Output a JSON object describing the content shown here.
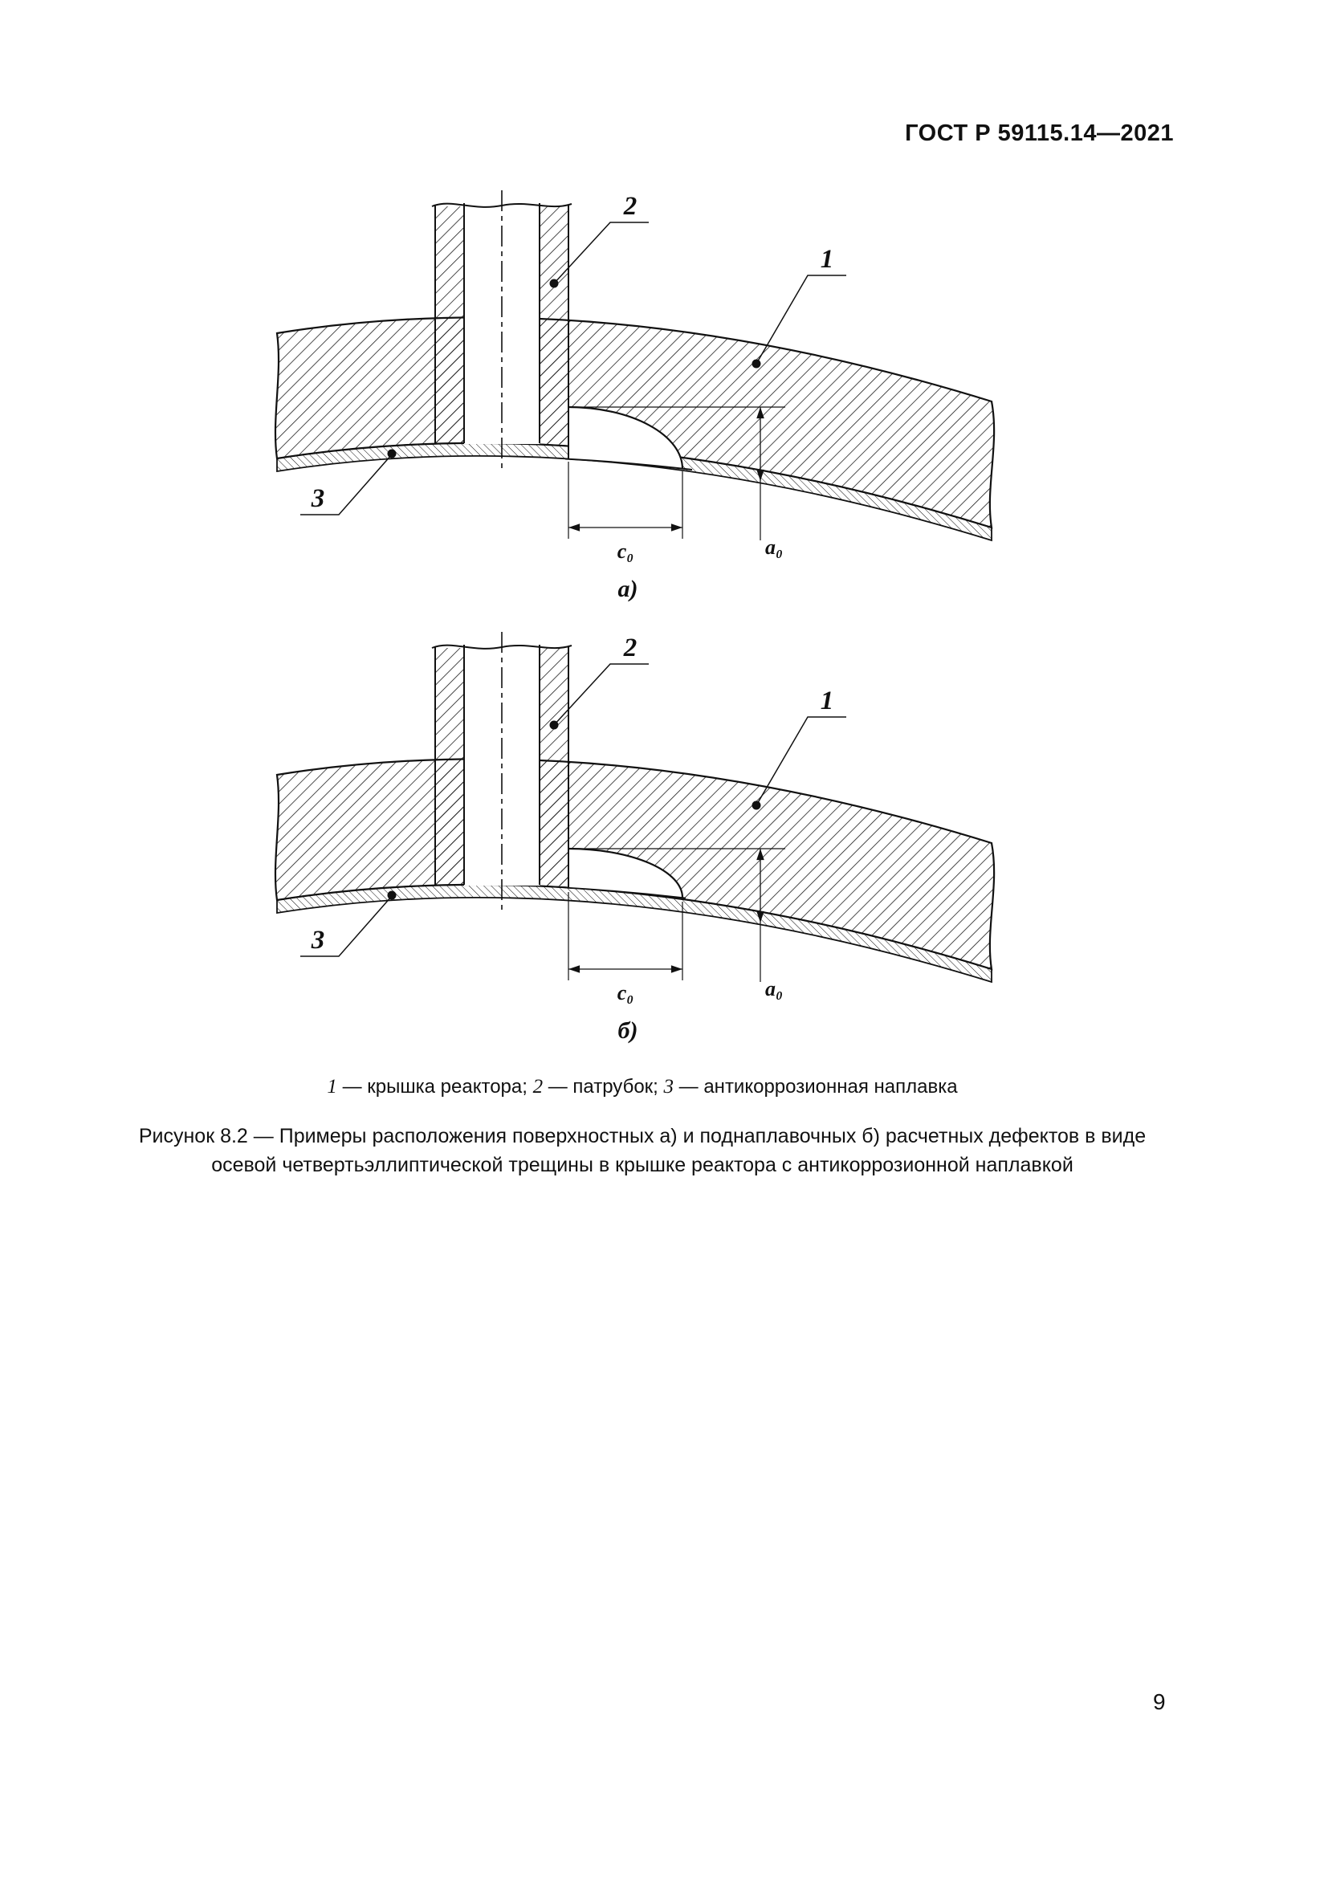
{
  "page": {
    "header": "ГОСТ Р 59115.14—2021",
    "page_number": "9"
  },
  "figures": [
    {
      "sublabel": "а)",
      "callouts": {
        "cover": "1",
        "nozzle": "2",
        "cladding": "3"
      },
      "dims": {
        "c0": "c₀",
        "a0": "a₀"
      }
    },
    {
      "sublabel": "б)",
      "callouts": {
        "cover": "1",
        "nozzle": "2",
        "cladding": "3"
      },
      "dims": {
        "c0": "c₀",
        "a0": "a₀"
      }
    }
  ],
  "legend": {
    "items": [
      {
        "num": "1",
        "desc": " — крышка реактора; "
      },
      {
        "num": "2",
        "desc": " — патрубок; "
      },
      {
        "num": "3",
        "desc": " — антикоррозионная наплавка"
      }
    ]
  },
  "caption": {
    "line1": "Рисунок 8.2 — Примеры расположения поверхностных а) и поднаплавочных б) расчетных дефектов в виде",
    "line2": "осевой четвертьэллиптической трещины в крышке реактора с антикоррозионной наплавкой"
  }
}
